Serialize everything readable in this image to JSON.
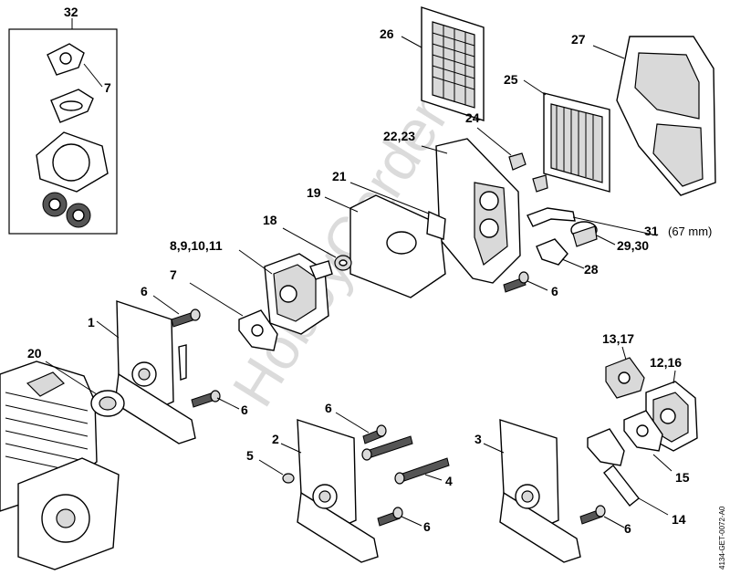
{
  "watermark": "HobbyGarden.lt",
  "drawing_code": "4134-GET-0072-A0",
  "labels": {
    "l32": "32",
    "l7a": "7",
    "l26": "26",
    "l27": "27",
    "l25": "25",
    "l24": "24",
    "l2223": "22,23",
    "l21": "21",
    "l19": "19",
    "l18": "18",
    "l8_11": "8,9,10,11",
    "l7b": "7",
    "l6a": "6",
    "l1": "1",
    "l20": "20",
    "l31": "31",
    "l31note": "(67 mm)",
    "l2930": "29,30",
    "l28": "28",
    "l6b": "6",
    "l6c": "6",
    "l6d": "6",
    "l2": "2",
    "l5": "5",
    "l4": "4",
    "l6e": "6",
    "l3": "3",
    "l1317": "13,17",
    "l1216": "12,16",
    "l15": "15",
    "l14": "14",
    "l6f": "6"
  }
}
